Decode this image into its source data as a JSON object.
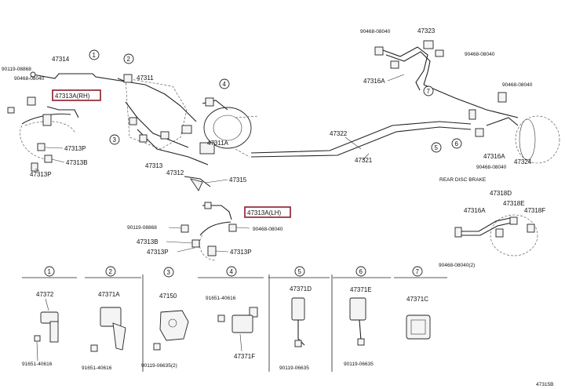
{
  "diagram_id": "47315B",
  "highlight_color": "#8b1a2b",
  "main": {
    "labels": {
      "p90119_08868_a": "90119-08868",
      "p90468_08040_a": "90468-08040",
      "p47314": "47314",
      "p47313A_RH": "47313A(RH)",
      "p47313P_a": "47313P",
      "p47313B_a": "47313B",
      "p47313P_b": "47313P",
      "p47311": "47311",
      "p47311A": "47311A",
      "p47313": "47313",
      "p47312": "47312",
      "p47315": "47315",
      "p47313A_LH": "47313A(LH)",
      "p90119_08868_b": "90119-08868",
      "p90468_08040_b": "90468-08040",
      "p47313B_b": "47313B",
      "p47313P_c": "47313P",
      "p47313P_d": "47313P",
      "p47322": "47322",
      "p47321": "47321",
      "p90468_08040_c": "90468-08040",
      "p47323": "47323",
      "p90468_08040_d": "90468-08040",
      "p47316A_a": "47316A",
      "p90468_08040_e": "90468-08040",
      "p47316A_b": "47316A",
      "p90468_08040_f": "90468-08040",
      "p47324": "47324",
      "rear_disc_brake": "REAR DISC BRAKE",
      "p47318D": "47318D",
      "p47316A_c": "47316A",
      "p47318E": "47318E",
      "p47318F": "47318F",
      "p90468_08040_2": "90468-08040(2)"
    },
    "callouts": [
      "1",
      "2",
      "3",
      "4",
      "5",
      "6",
      "7"
    ]
  },
  "details": [
    {
      "num": "1",
      "part": "47372",
      "fastener": "91651-40616"
    },
    {
      "num": "2",
      "part": "47371A",
      "fastener": "91651-40616"
    },
    {
      "num": "3",
      "part": "47150",
      "fastener": "90119-06635(2)"
    },
    {
      "num": "4",
      "part": "47371F",
      "fastener": "91651-40616"
    },
    {
      "num": "5",
      "part": "47371D",
      "fastener": "90119-06635"
    },
    {
      "num": "6",
      "part": "47371E",
      "fastener": "90119-06635"
    },
    {
      "num": "7",
      "part": "47371C",
      "fastener": ""
    }
  ]
}
